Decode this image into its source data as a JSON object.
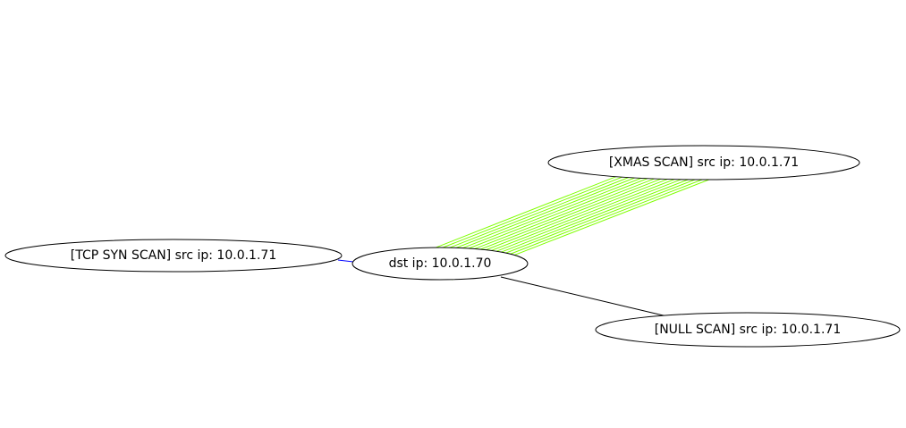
{
  "graph": {
    "nodes": [
      {
        "id": "dst",
        "label": "dst ip: 10.0.1.70"
      },
      {
        "id": "tcp_syn",
        "label": "[TCP SYN SCAN] src ip: 10.0.1.71"
      },
      {
        "id": "xmas",
        "label": "[XMAS SCAN] src ip: 10.0.1.71"
      },
      {
        "id": "null",
        "label": "[NULL SCAN] src ip: 10.0.1.71"
      }
    ],
    "edges": [
      {
        "from": "tcp_syn",
        "to": "dst",
        "color": "#0000ff",
        "count": 1
      },
      {
        "from": "dst",
        "to": "null",
        "color": "#000000",
        "count": 1
      },
      {
        "from": "dst",
        "to": "xmas",
        "color": "#7fff00",
        "count": 15
      }
    ]
  }
}
